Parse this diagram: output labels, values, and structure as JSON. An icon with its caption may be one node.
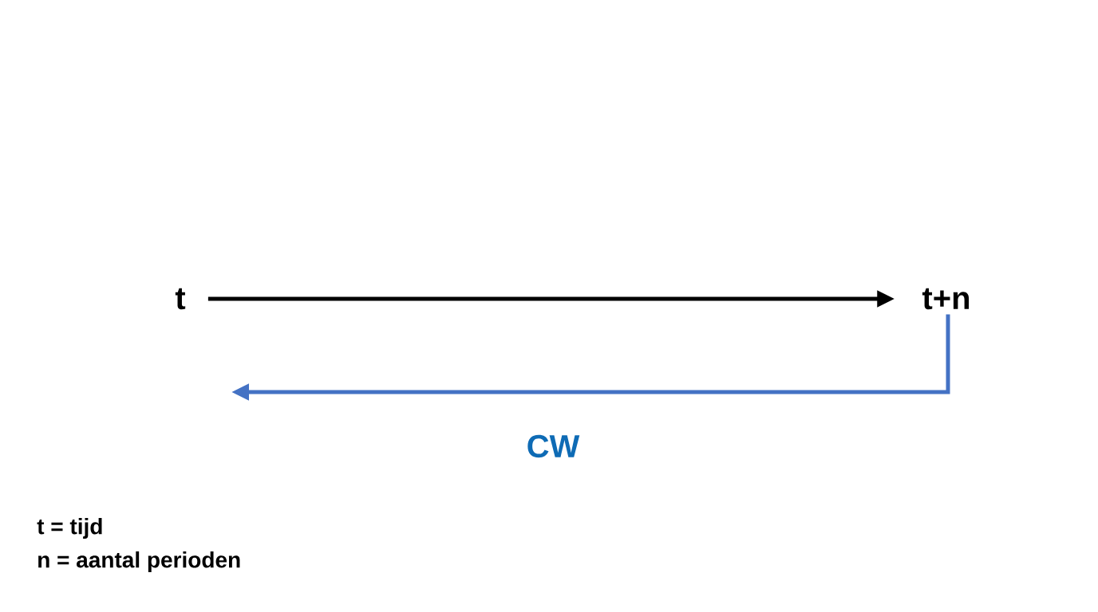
{
  "diagram": {
    "nodes": [
      {
        "text": [
          "t"
        ]
      },
      {
        "text": [
          "t+n"
        ]
      }
    ],
    "edges": [
      {
        "from": 0,
        "to": 1,
        "arrow": "to"
      },
      {
        "from": 1,
        "to": null,
        "arrow": "to",
        "label": "CW",
        "color": "#4472c4"
      }
    ],
    "labels": [
      "t = tijd",
      "n = aantal perioden"
    ]
  }
}
